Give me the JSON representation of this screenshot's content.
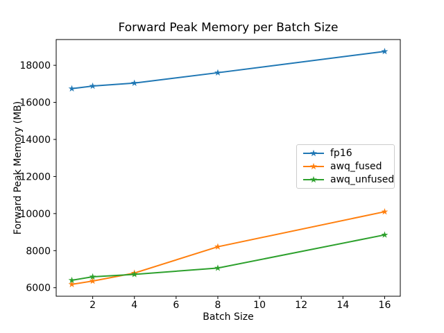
{
  "figure": {
    "title": "Forward Peak Memory per Batch Size",
    "xlabel": "Batch Size",
    "ylabel": "Forward Peak Memory (MB)",
    "background_color": "#ffffff",
    "text_color": "#000000"
  },
  "chart_data": {
    "type": "line",
    "title": "Forward Peak Memory per Batch Size",
    "xlabel": "Batch Size",
    "ylabel": "Forward Peak Memory (MB)",
    "x": [
      1,
      2,
      4,
      8,
      16
    ],
    "series": [
      {
        "name": "fp16",
        "color": "#1f77b4",
        "marker": "star",
        "values": [
          16740,
          16880,
          17040,
          17600,
          18750
        ]
      },
      {
        "name": "awq_fused",
        "color": "#ff7f0e",
        "marker": "star",
        "values": [
          6180,
          6360,
          6790,
          8210,
          10100
        ]
      },
      {
        "name": "awq_unfused",
        "color": "#2ca02c",
        "marker": "star",
        "values": [
          6400,
          6590,
          6720,
          7060,
          8850
        ]
      }
    ],
    "xlim": [
      0.25,
      16.75
    ],
    "ylim": [
      5540,
      19390
    ],
    "xticks": [
      2,
      4,
      6,
      8,
      10,
      12,
      14,
      16
    ],
    "yticks": [
      6000,
      8000,
      10000,
      12000,
      14000,
      16000,
      18000
    ],
    "grid": false,
    "legend": {
      "position": "center right",
      "entries": [
        "fp16",
        "awq_fused",
        "awq_unfused"
      ]
    }
  }
}
